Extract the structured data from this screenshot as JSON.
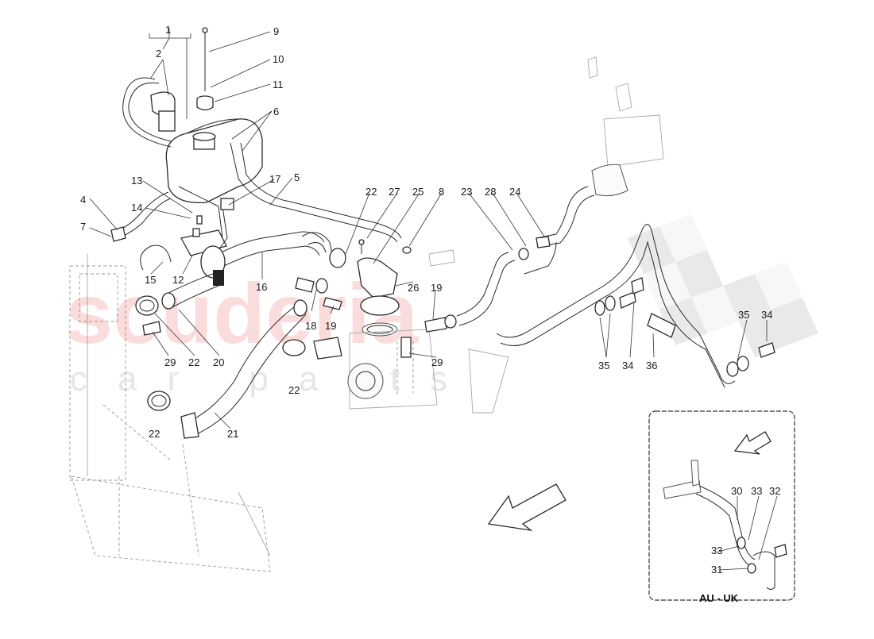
{
  "watermark": {
    "main": "scuderia",
    "sub": "car parts",
    "color_main": "#e8252c",
    "color_sub": "#8c8c8c"
  },
  "inset": {
    "label": "AU - UK"
  },
  "callouts": [
    {
      "id": "c1",
      "text": "1"
    },
    {
      "id": "c2",
      "text": "2"
    },
    {
      "id": "c9",
      "text": "9"
    },
    {
      "id": "c10",
      "text": "10"
    },
    {
      "id": "c11",
      "text": "11"
    },
    {
      "id": "c6",
      "text": "6"
    },
    {
      "id": "c13",
      "text": "13"
    },
    {
      "id": "c17",
      "text": "17"
    },
    {
      "id": "c5",
      "text": "5"
    },
    {
      "id": "c4",
      "text": "4"
    },
    {
      "id": "c14",
      "text": "14"
    },
    {
      "id": "c7",
      "text": "7"
    },
    {
      "id": "c15",
      "text": "15"
    },
    {
      "id": "c12",
      "text": "12"
    },
    {
      "id": "c16",
      "text": "16"
    },
    {
      "id": "c22a",
      "text": "22"
    },
    {
      "id": "c27",
      "text": "27"
    },
    {
      "id": "c25",
      "text": "25"
    },
    {
      "id": "c8",
      "text": "8"
    },
    {
      "id": "c23",
      "text": "23"
    },
    {
      "id": "c28",
      "text": "28"
    },
    {
      "id": "c24",
      "text": "24"
    },
    {
      "id": "c26",
      "text": "26"
    },
    {
      "id": "c19a",
      "text": "19"
    },
    {
      "id": "c18",
      "text": "18"
    },
    {
      "id": "c19b",
      "text": "19"
    },
    {
      "id": "c29a",
      "text": "29"
    },
    {
      "id": "c22b",
      "text": "22"
    },
    {
      "id": "c20",
      "text": "20"
    },
    {
      "id": "c29b",
      "text": "29"
    },
    {
      "id": "c22c",
      "text": "22"
    },
    {
      "id": "c22d",
      "text": "22"
    },
    {
      "id": "c21",
      "text": "21"
    },
    {
      "id": "c35a",
      "text": "35"
    },
    {
      "id": "c34a",
      "text": "34"
    },
    {
      "id": "c35b",
      "text": "35"
    },
    {
      "id": "c34b",
      "text": "34"
    },
    {
      "id": "c36",
      "text": "36"
    },
    {
      "id": "c30",
      "text": "30"
    },
    {
      "id": "c33a",
      "text": "33"
    },
    {
      "id": "c32",
      "text": "32"
    },
    {
      "id": "c33b",
      "text": "33"
    },
    {
      "id": "c31",
      "text": "31"
    }
  ]
}
